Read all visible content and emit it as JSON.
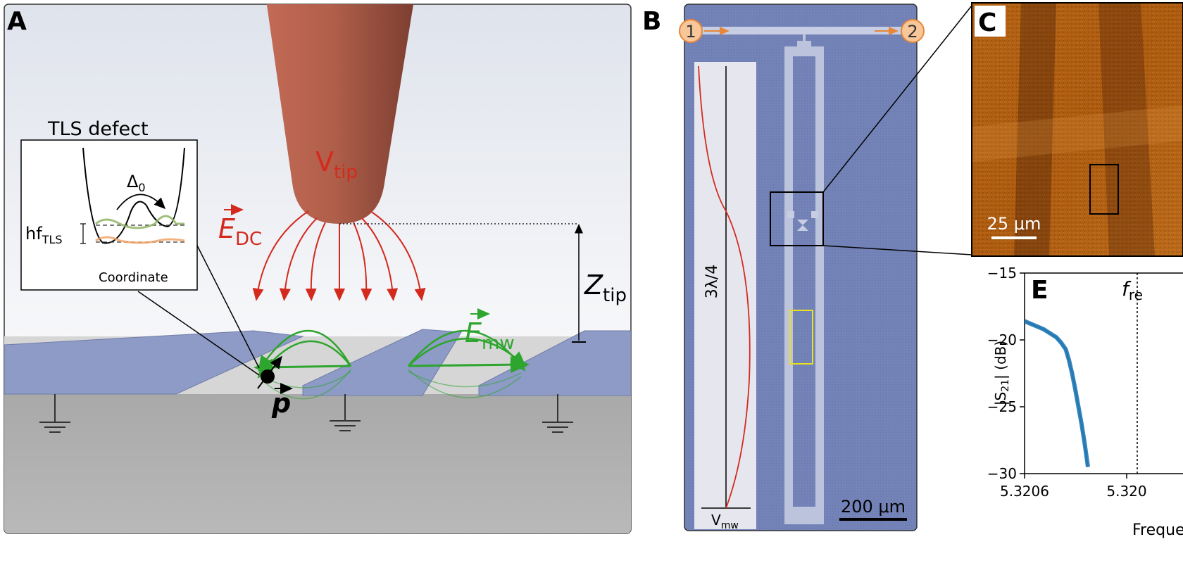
{
  "panels": {
    "A": {
      "letter": "A",
      "inset_title": "TLS defect",
      "inset_delta": "Δ",
      "inset_delta_sub": "0",
      "inset_hf": "hf",
      "inset_hf_sub": "TLS",
      "inset_xlabel": "Coordinate",
      "v_tip": "V",
      "v_tip_sub": "tip",
      "e_dc": "E",
      "e_dc_sub": "DC",
      "e_mw": "E",
      "e_mw_sub": "mw",
      "z_tip": "Z",
      "z_tip_sub": "tip",
      "p_label": "p",
      "colors": {
        "field_dc": "#d42a1e",
        "field_mw": "#2ea52e",
        "tip": "#b86550",
        "strip": "#8d9bc6"
      }
    },
    "B": {
      "letter": "B",
      "port1": "1",
      "port2": "2",
      "wavelength": "3λ/4",
      "v_mw": "V",
      "v_mw_sub": "mw",
      "scalebar": "200 μm",
      "colors": {
        "substrate": "#6f80b4",
        "port": "#f7c79a"
      }
    },
    "C": {
      "letter": "C",
      "scalebar": "25 μm",
      "colors": {
        "map": "#b25a10"
      }
    },
    "E": {
      "letter": "E",
      "f_res": "f",
      "f_res_sub": "re",
      "ylabel": "|S",
      "ylabel_sub": "21",
      "ylabel_tail": "| (dB)",
      "xlabel": "Freque",
      "yticks": [
        "−15",
        "−20",
        "−25",
        "−30"
      ],
      "xticks": [
        "5.3206",
        "5.320"
      ],
      "colors": {
        "trace": "#1f77b4"
      }
    }
  },
  "chart_data": {
    "type": "line",
    "title": "",
    "xlabel": "Freque",
    "ylabel": "|S21| (dB)",
    "ylim": [
      -30,
      -15
    ],
    "xticks": [
      "5.3206",
      "5.320"
    ],
    "yticks": [
      -15,
      -20,
      -25,
      -30
    ],
    "series": [
      {
        "x": [
          0.0,
          0.04,
          0.08,
          0.12,
          0.16,
          0.2,
          0.23,
          0.26,
          0.28,
          0.3,
          0.32,
          0.34,
          0.36,
          0.38,
          0.4
        ],
        "values": [
          -18.6,
          -18.8,
          -19.0,
          -19.2,
          -19.5,
          -19.8,
          -20.2,
          -20.7,
          -21.5,
          -22.5,
          -23.7,
          -25.0,
          -26.3,
          -27.8,
          -29.5
        ]
      }
    ]
  }
}
